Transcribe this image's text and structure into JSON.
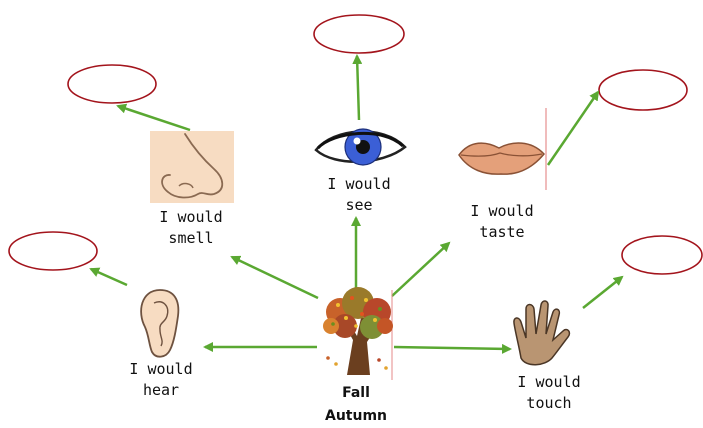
{
  "center": {
    "line1": "Fall",
    "line2": "Autumn"
  },
  "senses": [
    {
      "id": "see",
      "line1": "I would",
      "line2": "see"
    },
    {
      "id": "smell",
      "line1": "I would",
      "line2": "smell"
    },
    {
      "id": "taste",
      "line1": "I would",
      "line2": "taste"
    },
    {
      "id": "hear",
      "line1": "I would",
      "line2": "hear"
    },
    {
      "id": "touch",
      "line1": "I would",
      "line2": "touch"
    }
  ],
  "colors": {
    "arrow": "#5aa832",
    "bubble_stroke": "#a3141c",
    "skin": "#f7dcc2",
    "skin_outline": "#8a6a52",
    "iris": "#3b5fd6",
    "lips": "#e4a07a",
    "hand": "#b99572"
  }
}
